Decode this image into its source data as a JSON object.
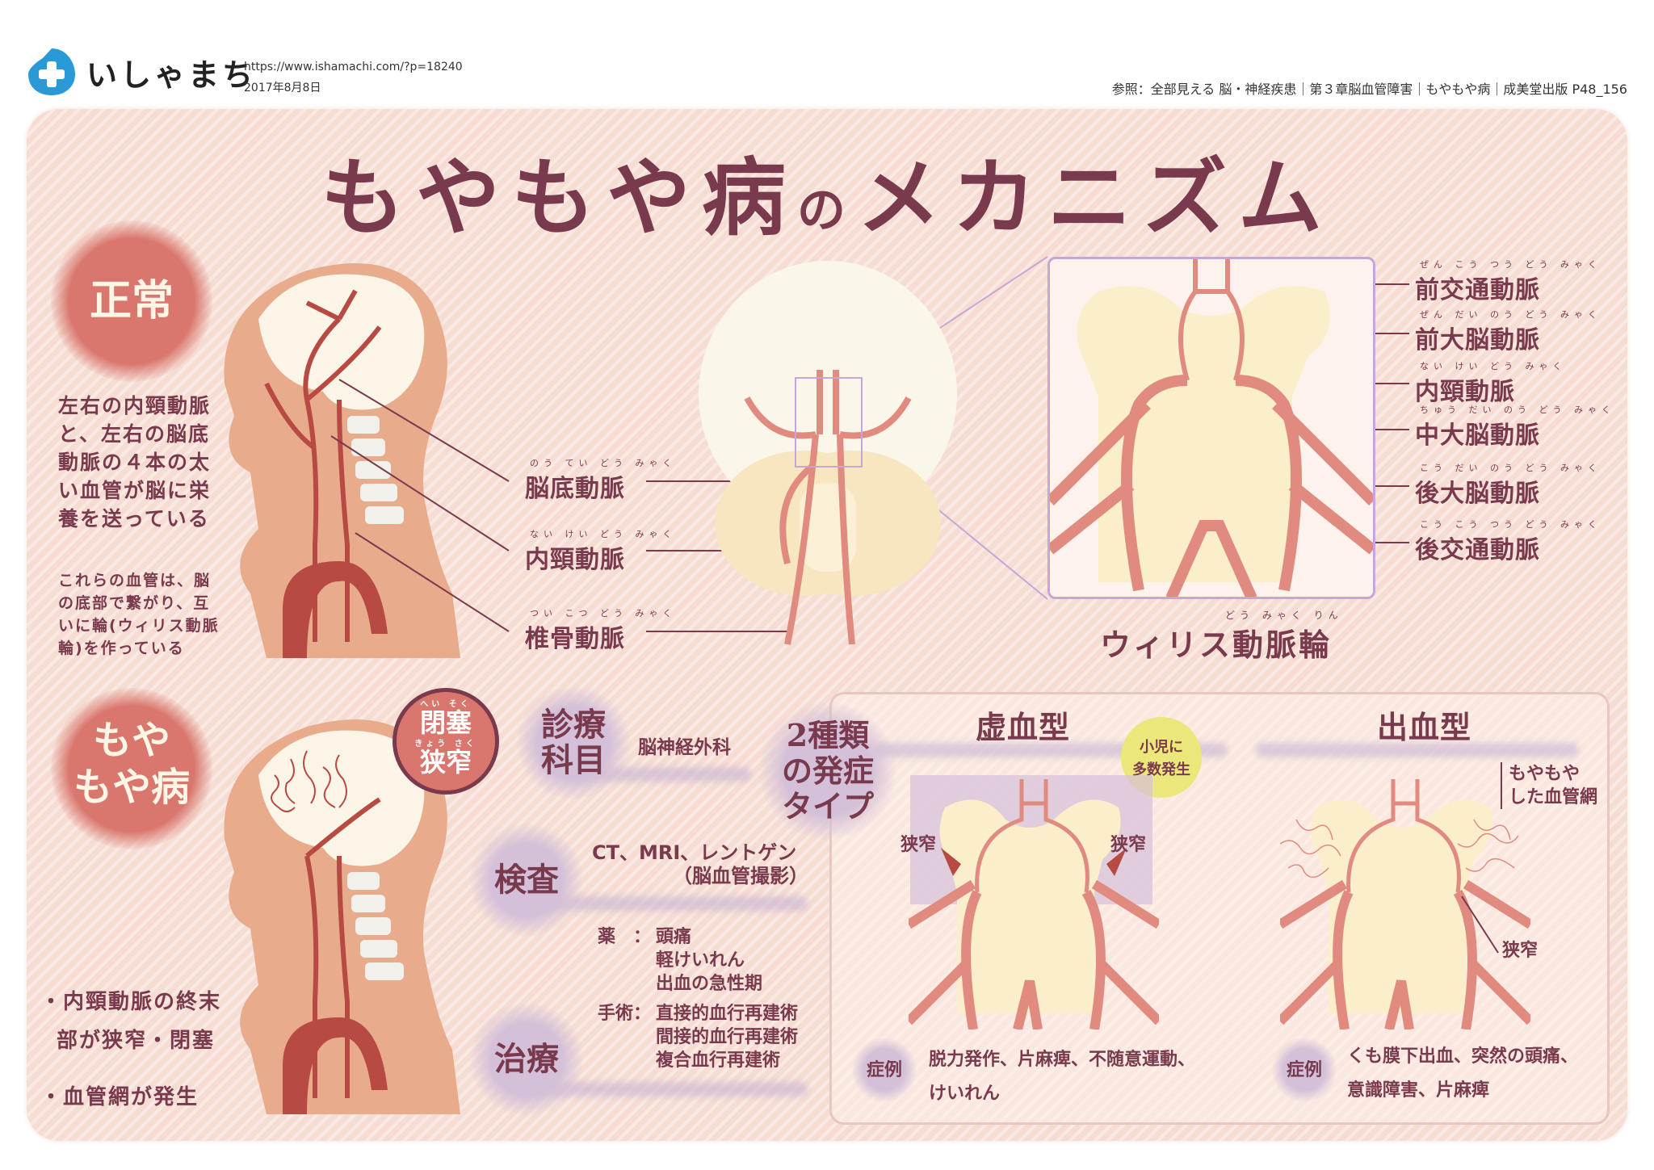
{
  "header": {
    "logo_text": "いしゃまち",
    "url": "https://www.ishamachi.com/?p=18240",
    "date": "2017年8月8日",
    "reference": "参照：全部見える 脳・神経疾患｜第３章脳血管障害｜もやもや病｜成美堂出版 P48_156"
  },
  "title": {
    "main": "もやもや病",
    "particle": "の",
    "rest": "メカニズム"
  },
  "normal": {
    "badge": "正常",
    "desc": "左右の内頸動脈と、左右の脳底動脈の４本の太い血管が脳に栄養を送っている",
    "desc2": "これらの血管は、脳の底部で繋がり、互いに輪(ウィリス動脈輪)を作っている",
    "labels": [
      {
        "ruby": "のう てい どう みゃく",
        "text": "脳底動脈"
      },
      {
        "ruby": "ない けい どう みゃく",
        "text": "内頸動脈"
      },
      {
        "ruby": "つい こつ どう みゃく",
        "text": "椎骨動脈"
      }
    ]
  },
  "willis": {
    "caption": "ウィリス動脈輪",
    "caption_ruby": "どう みゃく りん",
    "labels": [
      {
        "ruby": "ぜん こう つう どう みゃく",
        "text": "前交通動脈"
      },
      {
        "ruby": "ぜん だい のう どう みゃく",
        "text": "前大脳動脈"
      },
      {
        "ruby": "ない けい どう みゃく",
        "text": "内頸動脈"
      },
      {
        "ruby": "ちゅう だい のう どう みゃく",
        "text": "中大脳動脈"
      },
      {
        "ruby": "こう だい のう どう みゃく",
        "text": "後大脳動脈"
      },
      {
        "ruby": "こう こう つう どう みゃく",
        "text": "後交通動脈"
      }
    ]
  },
  "moyamoya": {
    "badge_line1": "もや",
    "badge_line2": "もや病",
    "occlusion_ruby": "へい そく",
    "occlusion": "閉塞",
    "stenosis_ruby": "きょう さく",
    "stenosis": "狭窄",
    "points": [
      "・内頸動脈の終末",
      "部が狭窄・閉塞",
      "・血管網が発生"
    ]
  },
  "info": {
    "dept_label": "診療科目",
    "dept": "脳神経外科",
    "exam_label": "検査",
    "exam1": "CT、MRI、レントゲン",
    "exam2": "（脳血管撮影）",
    "treat_label": "治療",
    "drug_label": "薬　：",
    "drug": [
      "頭痛",
      "軽けいれん",
      "出血の急性期"
    ],
    "surgery_label": "手術：",
    "surgery": [
      "直接的血行再建術",
      "間接的血行再建術",
      "複合血行再建術"
    ]
  },
  "types": {
    "label": "2種類の発症タイプ",
    "ischemic": {
      "title": "虚血型",
      "bubble": [
        "小児に",
        "多数発生"
      ],
      "stenosis": "狭窄",
      "case_label": "症例",
      "cases": [
        "脱力発作、片麻痺、不随意運動、",
        "けいれん"
      ]
    },
    "hemorrhagic": {
      "title": "出血型",
      "network": [
        "もやもや",
        "した血管網"
      ],
      "stenosis": "狭窄",
      "case_label": "症例",
      "cases": [
        "くも膜下出血、突然の頭痛、",
        "意識障害、片麻痺"
      ]
    }
  },
  "colors": {
    "text": "#7a3a4e",
    "badge": "#d9776e",
    "artery": "#e08a80",
    "brain": "#fbf0d6"
  }
}
